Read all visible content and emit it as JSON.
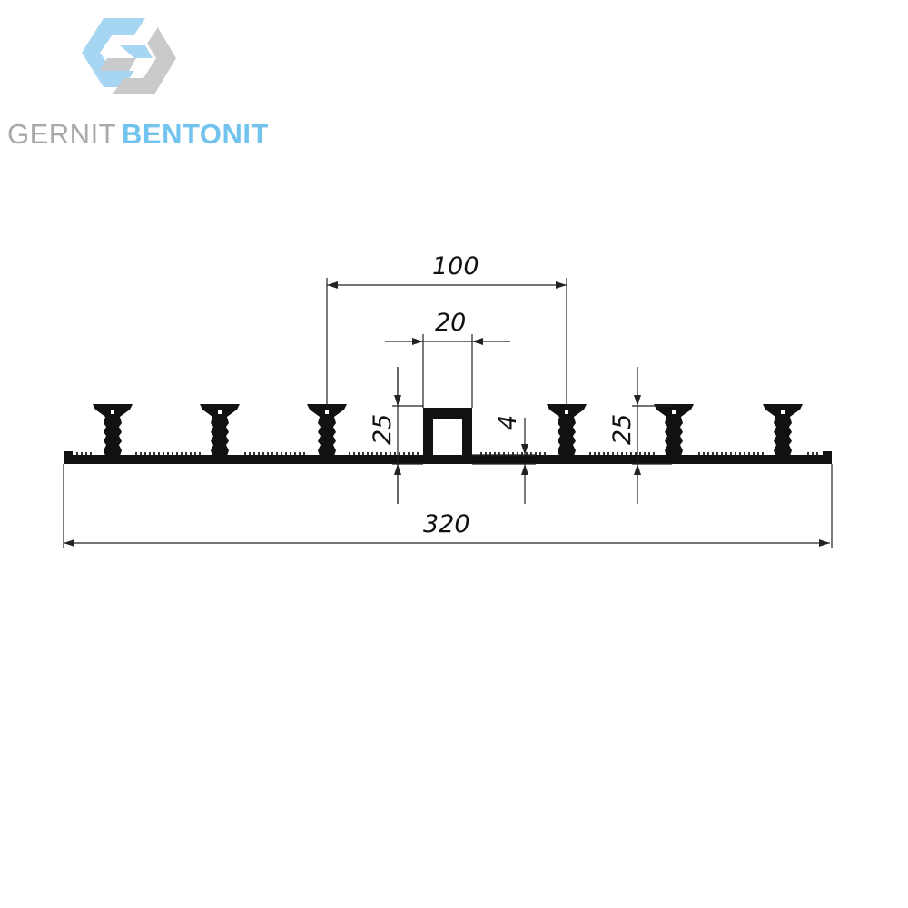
{
  "logo": {
    "word_1": "GERNIT",
    "word_2": "BENTONIT",
    "colors": {
      "hex_light": "#a6d6f2",
      "hex_dark": "#c9cacc",
      "word_1": "#a7a9ac",
      "word_2": "#72c3ee"
    }
  },
  "drawing": {
    "profile_color": "#111111",
    "line_color": "#222222",
    "dimensions": {
      "anchor_spacing": "100",
      "bulb_width": "20",
      "anchor_height_left": "25",
      "web_thickness": "4",
      "anchor_height_right": "25",
      "overall_width": "320"
    }
  }
}
